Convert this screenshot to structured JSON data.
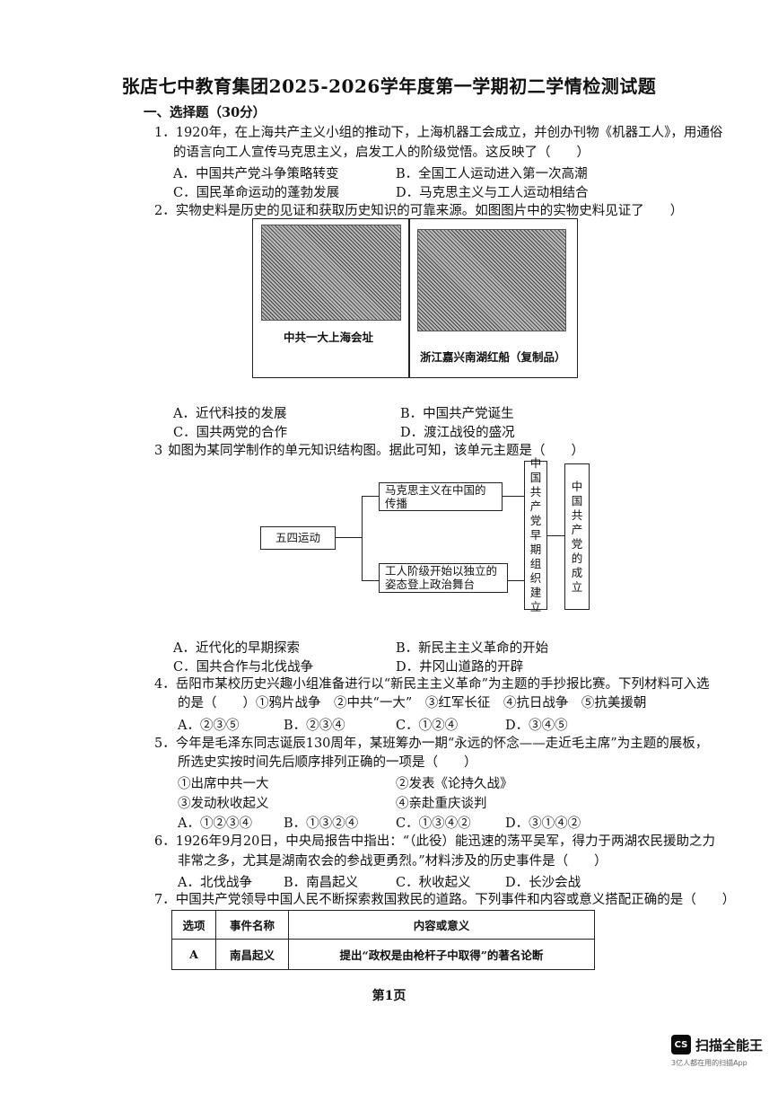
{
  "title": "张店七中教育集团2025-2026学年度第一学期初二学情检测试题",
  "section1": "一、选择题（30分）",
  "q1": {
    "line1": "1．1920年，在上海共产主义小组的推动下，上海机器工会成立，并创办刊物《机器工人》，用通俗",
    "line2": "的语言向工人宣传马克思主义，启发工人的阶级觉悟。这反映了（　　）",
    "A": "A．中国共产党斗争策略转变",
    "B": "B．全国工人运动进入第一次高潮",
    "C": "C．国民革命运动的蓬勃发展",
    "D": "D．马克思主义与工人运动相结合"
  },
  "q2": {
    "line1": "2．实物史料是历史的见证和获取历史知识的可靠来源。如图图片中的实物史料见证了　　）",
    "caption_left": "中共一大上海会址",
    "caption_right": "浙江嘉兴南湖红船（复制品）",
    "A": "A．近代科技的发展",
    "B": "B．中国共产党诞生",
    "C": "C．国共两党的合作",
    "D": "D．渡江战役的盛况"
  },
  "q3": {
    "num": "3",
    "line1": "如图为某同学制作的单元知识结构图。据此可知，该单元主题是（　　）",
    "root": "五四运动",
    "branch_top": "马克思主义在中国的传播",
    "branch_bottom": "工人阶级开始以独立的姿态登上政治舞台",
    "middle": "中国共产党早期组织建立",
    "final": "中国共产党的成立",
    "A": "A．近代化的早期探索",
    "B": "B．新民主主义革命的开始",
    "C": "C．国共合作与北伐战争",
    "D": "D．井冈山道路的开辟"
  },
  "q4": {
    "line1": "4．岳阳市某校历史兴趣小组准备进行以“新民主主义革命”为主题的手抄报比赛。下列材料可入选",
    "line2": "的是（　　）①鸦片战争　②中共“一大”　③红军长征　④抗日战争　⑤抗美援朝",
    "A": "A．②③⑤",
    "B": "B．②③④",
    "C": "C．①②④",
    "D": "D．③④⑤"
  },
  "q5": {
    "line1": "5．今年是毛泽东同志诞辰130周年，某班筹办一期“永远的怀念——走近毛主席”为主题的展板，",
    "line2": "所选史实按时间先后顺序排列正确的一项是（　　）",
    "i1": "①出席中共一大",
    "i2": "②发表《论持久战》",
    "i3": "③发动秋收起义",
    "i4": "④亲赴重庆谈判",
    "A": "A．①②③④",
    "B": "B．①③②④",
    "C": "C．①③④②",
    "D": "D．③①④②"
  },
  "q6": {
    "line1": "6．1926年9月20日，中央局报告中指出：“（此役）能迅速的荡平吴军，得力于两湖农民援助之力",
    "line2": "非常之多，尤其是湖南农会的参战更勇烈。”材料涉及的历史事件是（　　）",
    "A": "A．北伐战争",
    "B": "B．南昌起义",
    "C": "C．秋收起义",
    "D": "D．长沙会战"
  },
  "q7": {
    "line1": "7．中国共产党领导中国人民不断探索救国救民的道路。下列事件和内容或意义搭配正确的是（　　）",
    "headers": [
      "选项",
      "事件名称",
      "内容或意义"
    ],
    "rows": [
      [
        "A",
        "南昌起义",
        "提出“政权是由枪杆子中取得”的著名论断"
      ]
    ]
  },
  "footer": "第1页",
  "watermark": {
    "logo": "CS",
    "name": "扫描全能王",
    "tagline": "3亿人都在用的扫描App"
  }
}
